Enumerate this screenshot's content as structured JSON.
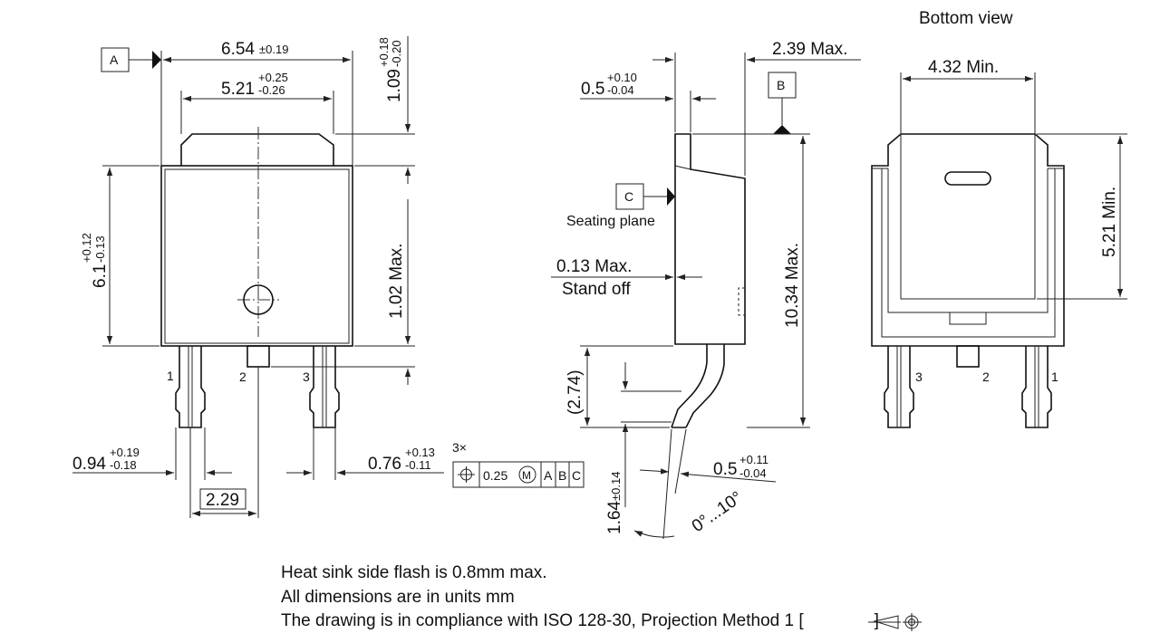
{
  "views": {
    "bottom_view_label": "Bottom view"
  },
  "datums": {
    "a": "A",
    "b": "B",
    "c": "C"
  },
  "labels": {
    "seating_plane": "Seating plane",
    "stand_off": "Stand off"
  },
  "pins": {
    "front": [
      "1",
      "2",
      "3"
    ],
    "bottom": [
      "3",
      "2",
      "1"
    ]
  },
  "dimensions": {
    "width_654": {
      "value": "6.54",
      "tol": "±0.19"
    },
    "width_521": {
      "value": "5.21",
      "tol_plus": "+0.25",
      "tol_minus": "-0.26"
    },
    "tab_109": {
      "value": "1.09",
      "tol_plus": "+0.18",
      "tol_minus": "-0.20"
    },
    "height_61": {
      "value": "6.1",
      "tol_plus": "+0.12",
      "tol_minus": "-0.13"
    },
    "max_102": "1.02 Max.",
    "lead_094": {
      "value": "0.94",
      "tol_plus": "+0.19",
      "tol_minus": "-0.18"
    },
    "lead_076": {
      "value": "0.76",
      "tol_plus": "+0.13",
      "tol_minus": "-0.11"
    },
    "pitch_229": "2.29",
    "max_239": "2.39 Max.",
    "thick_05_top": {
      "value": "0.5",
      "tol_plus": "+0.10",
      "tol_minus": "-0.04"
    },
    "standoff_013": "0.13 Max.",
    "max_1034": "10.34 Max.",
    "ref_274": "(2.74)",
    "lead_164": {
      "value": "1.64",
      "tol": "±0.14"
    },
    "thick_05_bottom": {
      "value": "0.5",
      "tol_plus": "+0.11",
      "tol_minus": "-0.04"
    },
    "angle": "0°...10°",
    "min_432": "4.32 Min.",
    "min_521": "5.21 Min."
  },
  "tolerance_frame": {
    "count": "3×",
    "value": "0.25",
    "modifier": "M",
    "datums": [
      "A",
      "B",
      "C"
    ]
  },
  "notes": [
    "Heat sink side flash is 0.8mm max.",
    "All dimensions are in units mm",
    "The drawing is in compliance with ISO 128-30, Projection Method 1 ["
  ],
  "notes_suffix": "]"
}
